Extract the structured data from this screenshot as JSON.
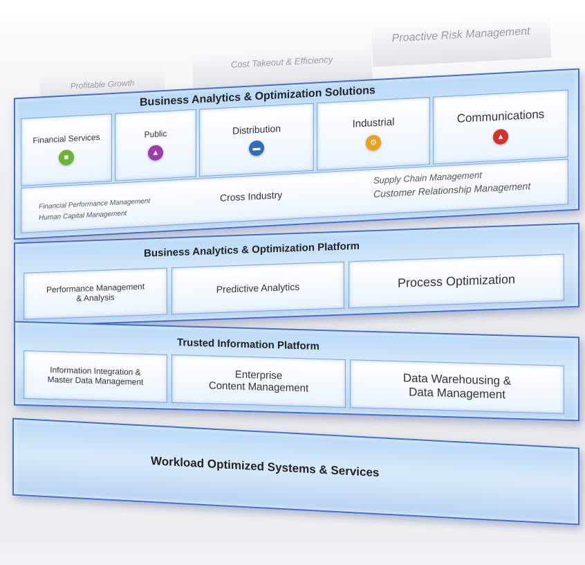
{
  "goals": [
    "Profitable Growth",
    "Cost Takeout & Efficiency",
    "Proactive Risk Management"
  ],
  "solutions": {
    "title": "Business Analytics & Optimization Solutions",
    "industries": [
      {
        "label": "Financial Services",
        "icon": "financial-icon",
        "color": "#6fb23a"
      },
      {
        "label": "Public",
        "icon": "public-icon",
        "color": "#9b3fa8"
      },
      {
        "label": "Distribution",
        "icon": "distribution-icon",
        "color": "#2f6fb8"
      },
      {
        "label": "Industrial",
        "icon": "industrial-icon",
        "color": "#e8a21d"
      },
      {
        "label": "Communications",
        "icon": "communications-icon",
        "color": "#d2332f"
      }
    ],
    "cross_industry": {
      "label": "Cross Industry",
      "left_notes": [
        "Financial Performance Management",
        "Human Capital Management"
      ],
      "right_notes": [
        "Supply Chain Management",
        "Customer Relationship Management"
      ]
    }
  },
  "platform": {
    "title": "Business Analytics & Optimization Platform",
    "items": [
      [
        "Performance Management",
        "& Analysis"
      ],
      [
        "Predictive Analytics"
      ],
      [
        "Process Optimization"
      ]
    ]
  },
  "trusted": {
    "title": "Trusted Information Platform",
    "items": [
      [
        "Information Integration &",
        "Master Data Management"
      ],
      [
        "Enterprise",
        "Content Management"
      ],
      [
        "Data Warehousing &",
        "Data Management"
      ]
    ]
  },
  "workload": {
    "title": "Workload Optimized Systems & Services"
  }
}
